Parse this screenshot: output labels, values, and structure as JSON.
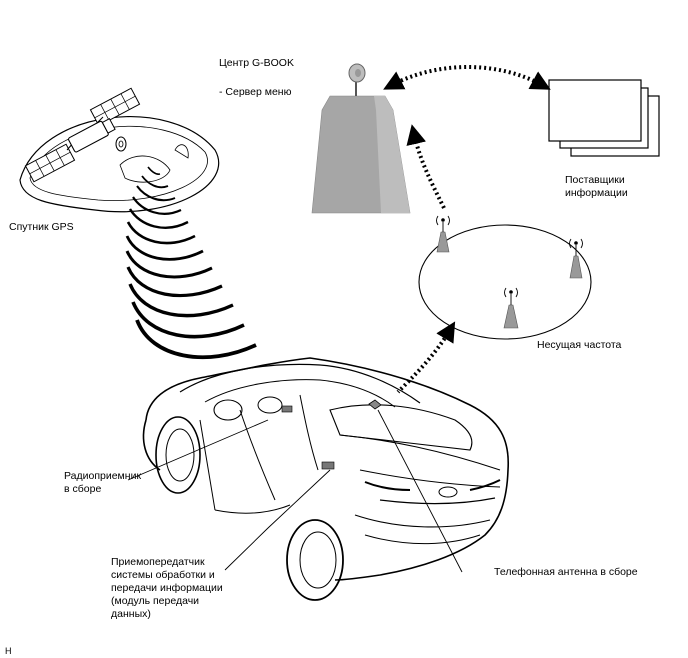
{
  "labels": {
    "center_title": "Центр G-BOOK",
    "menu_server": "- Сервер меню",
    "gps_satellite": "Спутник GPS",
    "providers_line1": "Поставщики",
    "providers_line2": "информации",
    "carrier": "Несущая частота",
    "radio_line1": "Радиоприемник",
    "radio_line2": "в сборе",
    "transceiver_line1": "Приемопередатчик",
    "transceiver_line2": "системы обработки и",
    "transceiver_line3": "передачи информации",
    "transceiver_line4": "(модуль передачи",
    "transceiver_line5": "данных)",
    "phone_antenna": "Телефонная антенна в сборе",
    "corner_code": "H"
  },
  "colors": {
    "building_gray": "#a6a6a6",
    "line_black": "#000000"
  }
}
